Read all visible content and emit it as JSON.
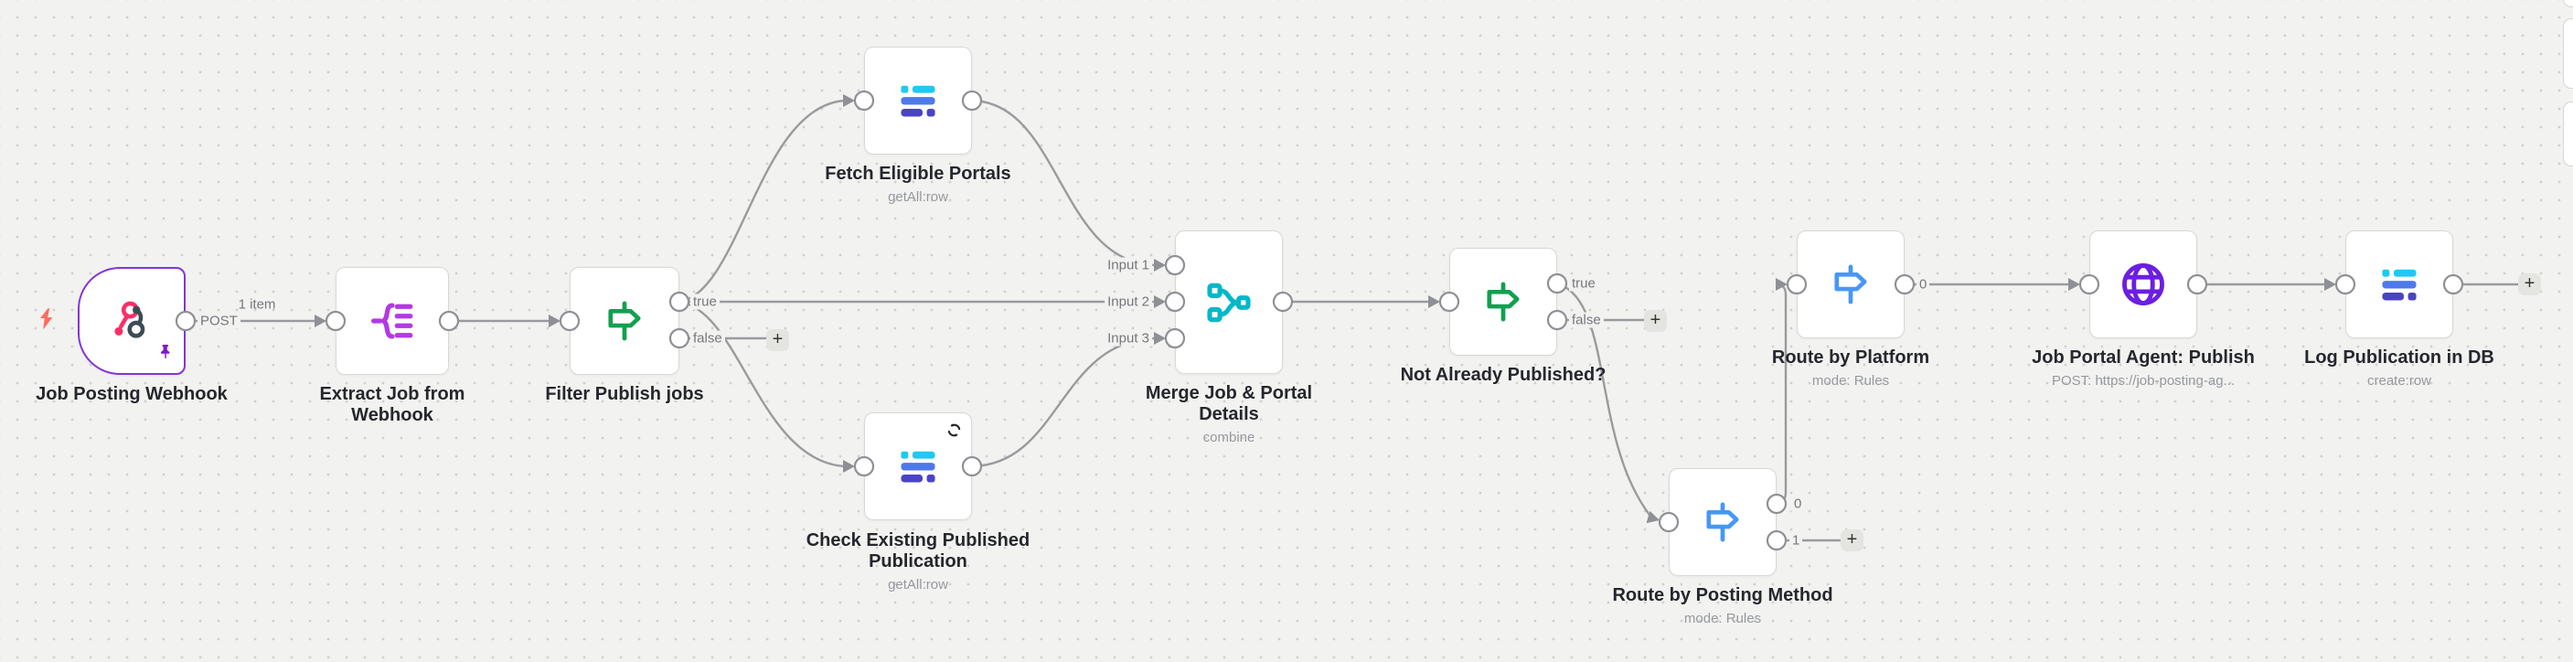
{
  "canvas": {
    "background": "#f2f2f0",
    "dot_color": "#d0d0ce",
    "wire_color": "#9a9b9e",
    "pinned_border_color": "#8435d6"
  },
  "nodes": [
    {
      "label": "Job Posting Webhook",
      "icon": "webhook-icon",
      "outputs": [
        "POST"
      ],
      "pinned": true
    },
    {
      "label": "Extract Job from Webhook",
      "icon": "extract-icon"
    },
    {
      "label": "Filter Publish jobs",
      "icon": "if-icon",
      "outputs": [
        "true",
        "false"
      ]
    },
    {
      "label": "Fetch Eligible Portals",
      "subtitle": "getAll:row",
      "icon": "data-table-icon"
    },
    {
      "label": "Check Existing Published Publication",
      "subtitle": "getAll:row",
      "icon": "data-table-icon"
    },
    {
      "label": "Merge Job & Portal Details",
      "subtitle": "combine",
      "icon": "merge-icon",
      "inputs": [
        "Input 1",
        "Input 2",
        "Input 3"
      ]
    },
    {
      "label": "Not Already Published?",
      "icon": "if-icon",
      "outputs": [
        "true",
        "false"
      ]
    },
    {
      "label": "Route by Platform",
      "subtitle": "mode: Rules",
      "icon": "switch-icon",
      "outputs": [
        "0"
      ]
    },
    {
      "label": "Route by Posting Method",
      "subtitle": "mode: Rules",
      "icon": "switch-icon",
      "outputs": [
        "0",
        "1"
      ]
    },
    {
      "label": "Job Portal Agent: Publish",
      "subtitle": "POST: https://job-posting-ag...",
      "icon": "globe-icon"
    },
    {
      "label": "Log Publication in DB",
      "subtitle": "create:row",
      "icon": "data-table-icon"
    }
  ],
  "connection_labels": {
    "first": "1 item"
  },
  "controls": {
    "add": "+"
  }
}
